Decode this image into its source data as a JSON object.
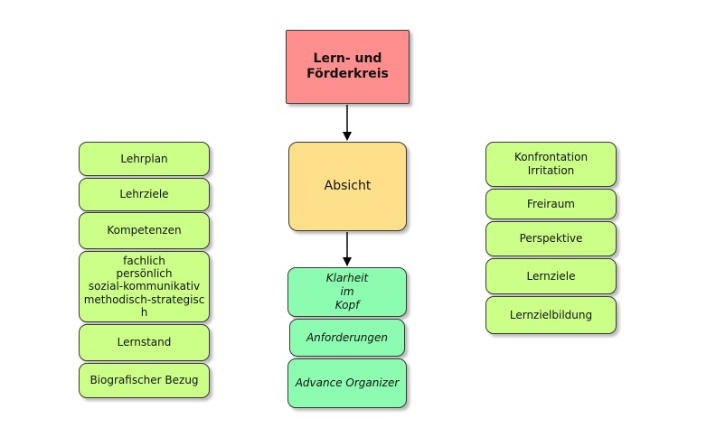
{
  "root": {
    "label": "Lern- und\nFörderkreis"
  },
  "center": {
    "label": "Absicht"
  },
  "left_items": [
    {
      "label": "Lehrplan"
    },
    {
      "label": "Lehrziele"
    },
    {
      "label": "Kompetenzen"
    },
    {
      "label": "fachlich\npersönlich\nsozial-kommunikativ\nmethodisch-strategisc\nh"
    },
    {
      "label": "Lernstand"
    },
    {
      "label": "Biografischer Bezug"
    }
  ],
  "middle_items": [
    {
      "label": "Klarheit\nim\nKopf"
    },
    {
      "label": "Anforderungen"
    },
    {
      "label": "Advance Organizer"
    }
  ],
  "right_items": [
    {
      "label": "Konfrontation\nIrritation"
    },
    {
      "label": "Freiraum"
    },
    {
      "label": "Perspektive"
    },
    {
      "label": "Lernziele"
    },
    {
      "label": "Lernzielbildung"
    }
  ],
  "colors": {
    "root": "#ff8f8f",
    "center": "#ffe08a",
    "side_items": "#ccff88",
    "middle_items": "#8cfcb0"
  }
}
